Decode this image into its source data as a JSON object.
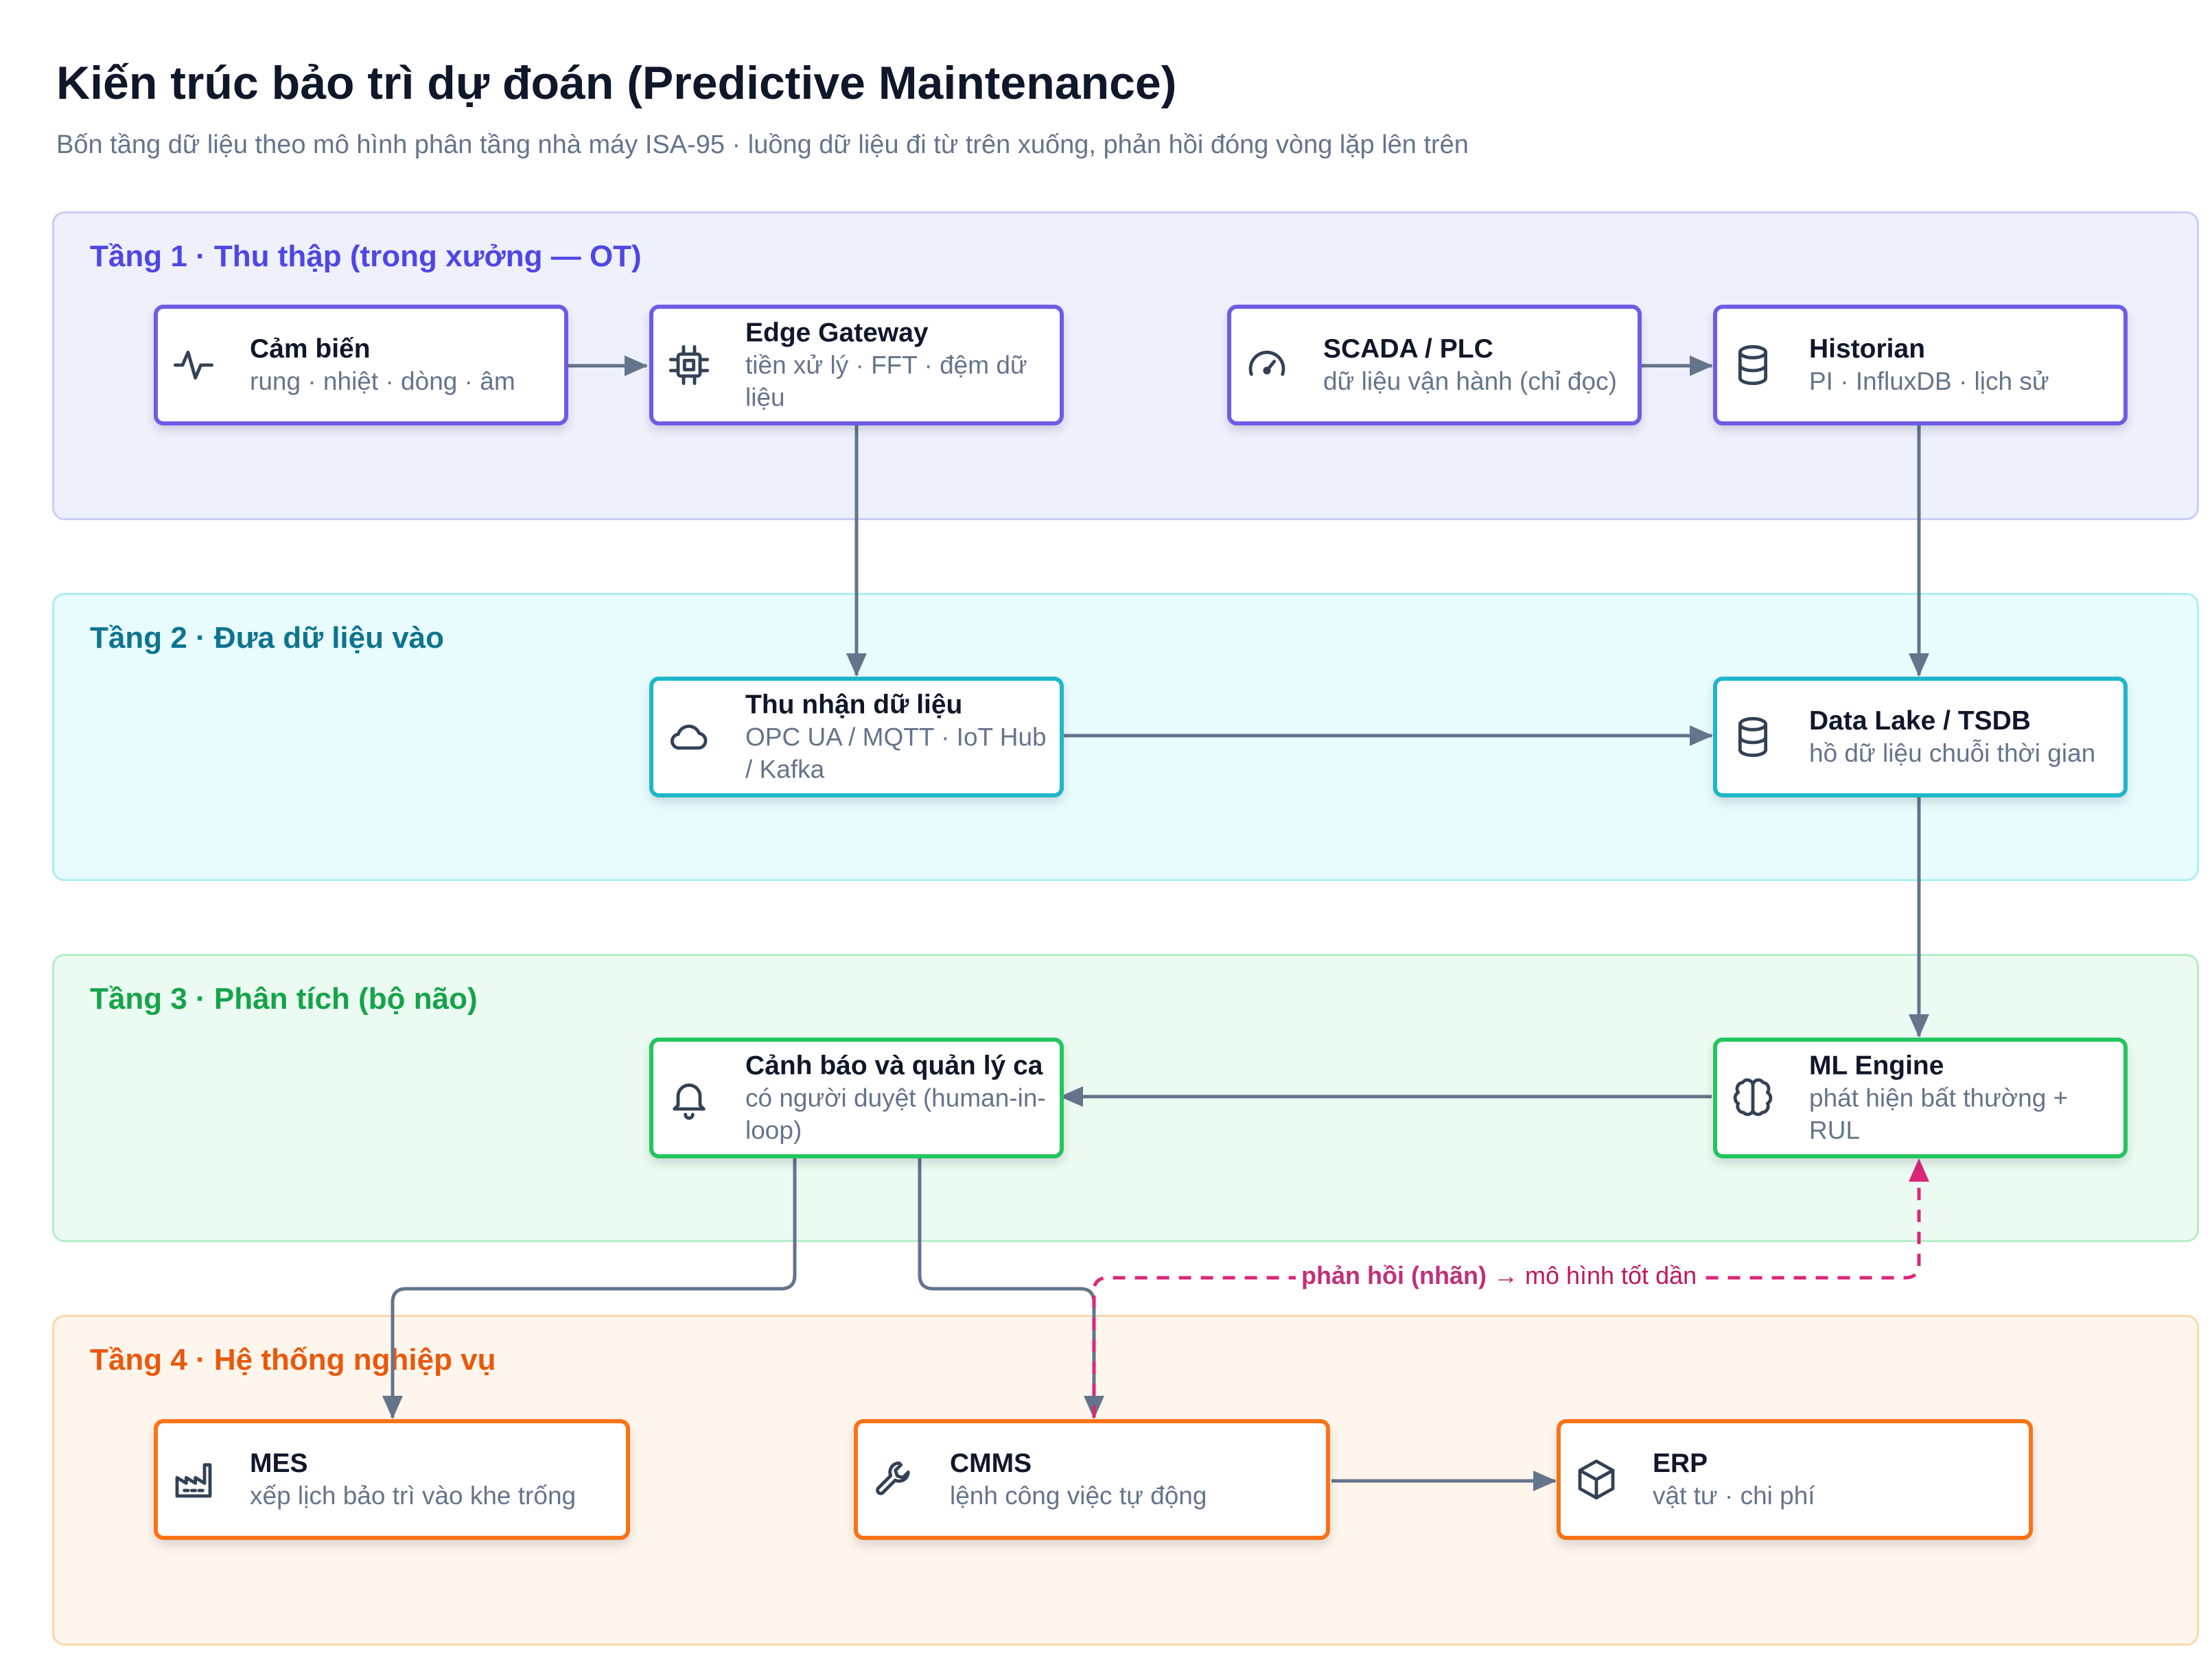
{
  "header": {
    "title": "Kiến trúc bảo trì dự đoán (Predictive Maintenance)",
    "subtitle": "Bốn tầng dữ liệu theo mô hình phân tầng nhà máy ISA-95 · luồng dữ liệu đi từ trên xuống, phản hồi đóng vòng lặp lên trên"
  },
  "layers": [
    {
      "title": "Tầng 1 · Thu thập (trong xưởng — OT)",
      "color": "#4f46e5"
    },
    {
      "title": "Tầng 2 · Đưa dữ liệu vào",
      "color": "#0e7490"
    },
    {
      "title": "Tầng 3 · Phân tích (bộ não)",
      "color": "#16a34a"
    },
    {
      "title": "Tầng 4 · Hệ thống nghiệp vụ",
      "color": "#ea580c"
    }
  ],
  "nodes": {
    "sensors": {
      "title": "Cảm biến",
      "subtitle": "rung · nhiệt · dòng · âm",
      "icon": "pulse-icon"
    },
    "edge_gateway": {
      "title": "Edge Gateway",
      "subtitle": "tiền xử lý · FFT · đệm dữ liệu",
      "icon": "chip-icon"
    },
    "scada": {
      "title": "SCADA / PLC",
      "subtitle": "dữ liệu vận hành (chỉ đọc)",
      "icon": "gauge-icon"
    },
    "historian": {
      "title": "Historian",
      "subtitle": "PI · InfluxDB · lịch sử",
      "icon": "database-icon"
    },
    "ingestion": {
      "title": "Thu nhận dữ liệu",
      "subtitle": "OPC UA / MQTT · IoT Hub / Kafka",
      "icon": "cloud-icon"
    },
    "data_lake": {
      "title": "Data Lake / TSDB",
      "subtitle": "hồ dữ liệu chuỗi thời gian",
      "icon": "database-icon"
    },
    "alerts": {
      "title": "Cảnh báo và quản lý ca",
      "subtitle": "có người duyệt (human-in-loop)",
      "icon": "bell-icon"
    },
    "ml_engine": {
      "title": "ML Engine",
      "subtitle": "phát hiện bất thường + RUL",
      "icon": "brain-icon"
    },
    "mes": {
      "title": "MES",
      "subtitle": "xếp lịch bảo trì vào khe trống",
      "icon": "factory-icon"
    },
    "cmms": {
      "title": "CMMS",
      "subtitle": "lệnh công việc tự động",
      "icon": "wrench-icon"
    },
    "erp": {
      "title": "ERP",
      "subtitle": "vật tư · chi phí",
      "icon": "box-icon"
    }
  },
  "feedback": {
    "label_bold": "phản hồi (nhãn)",
    "label_rest": " → mô hình tốt dần",
    "color": "#db2777"
  },
  "colors": {
    "edge": "#64748b",
    "layer1": "#6d5ce6",
    "layer2": "#1fb6c9",
    "layer3": "#22c55e",
    "layer4": "#f97316"
  }
}
